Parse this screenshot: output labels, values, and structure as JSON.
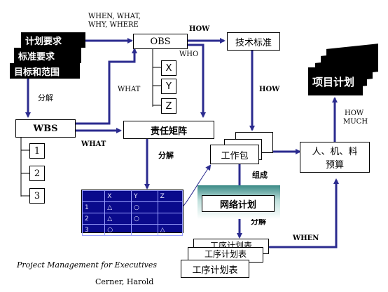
{
  "left_stack": [
    "计划要求",
    "标准要求",
    "目标和范围"
  ],
  "labels": {
    "when_what_line1": "WHEN, WHAT,",
    "when_what_line2": "WHY, WHERE",
    "how_top": "HOW",
    "who": "WHO",
    "what_mid": "WHAT",
    "decompose_left": "分解",
    "how_right": "HOW",
    "how_much_line1": "HOW",
    "how_much_line2": "MUCH",
    "what_bottom": "WHAT",
    "decompose_mid": "分解",
    "compose": "组成",
    "decompose_bottom": "分解",
    "when": "WHEN"
  },
  "boxes": {
    "obs": "OBS",
    "tech_std": "技术标准",
    "wbs": "WBS",
    "resp_matrix": "责任矩阵",
    "work_package": "工作包",
    "resources_line1": "人、机、料",
    "resources_line2": "预算",
    "network_plan": "网络计划",
    "project_plan": "项目计划",
    "process_plan": "工序计划表",
    "process_plan_behind": "工序计划表"
  },
  "obs_children": [
    "X",
    "Y",
    "Z"
  ],
  "wbs_children": [
    "1",
    "2",
    "3"
  ],
  "matrix": {
    "header": [
      "",
      "X",
      "Y",
      "Z"
    ],
    "rows": [
      [
        "1",
        "△",
        "○",
        ""
      ],
      [
        "2",
        "△",
        "○",
        ""
      ],
      [
        "3",
        "○",
        "",
        "△"
      ]
    ]
  },
  "footer": {
    "title": "Project Management for Executives",
    "author": "Cerner, Harold"
  },
  "colors": {
    "arrow": "#2b2b8f",
    "matrix_bg": "#0a0a8c",
    "banner": "#000000"
  }
}
